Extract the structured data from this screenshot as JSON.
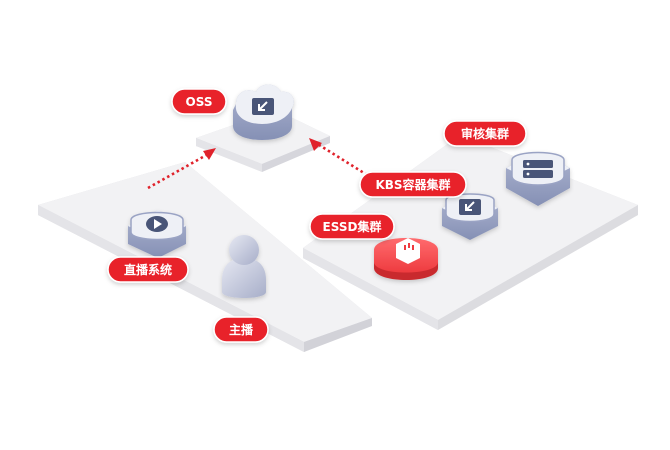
{
  "labels": {
    "oss": "OSS",
    "audit_cluster": "审核集群",
    "kbs_cluster": "KBS容器集群",
    "essd_cluster": "ESSD集群",
    "live_system": "直播系统",
    "streamer": "主播"
  },
  "icons": {
    "oss": "cloud-storage-icon",
    "audit": "server-icon",
    "kbs": "download-box-icon",
    "essd": "ssd-card-icon",
    "live": "play-box-icon",
    "streamer": "user-icon"
  },
  "colors": {
    "label_red": "#e8202a",
    "arrow_red": "#e0222b",
    "platform_top": "#f2f2f4",
    "platform_side": "#dcdce0",
    "icon_top": "#eef0f6",
    "icon_side": "#9aa3c4",
    "icon_glyph": "#4a5578",
    "essd_red": "#ee3b3f"
  }
}
